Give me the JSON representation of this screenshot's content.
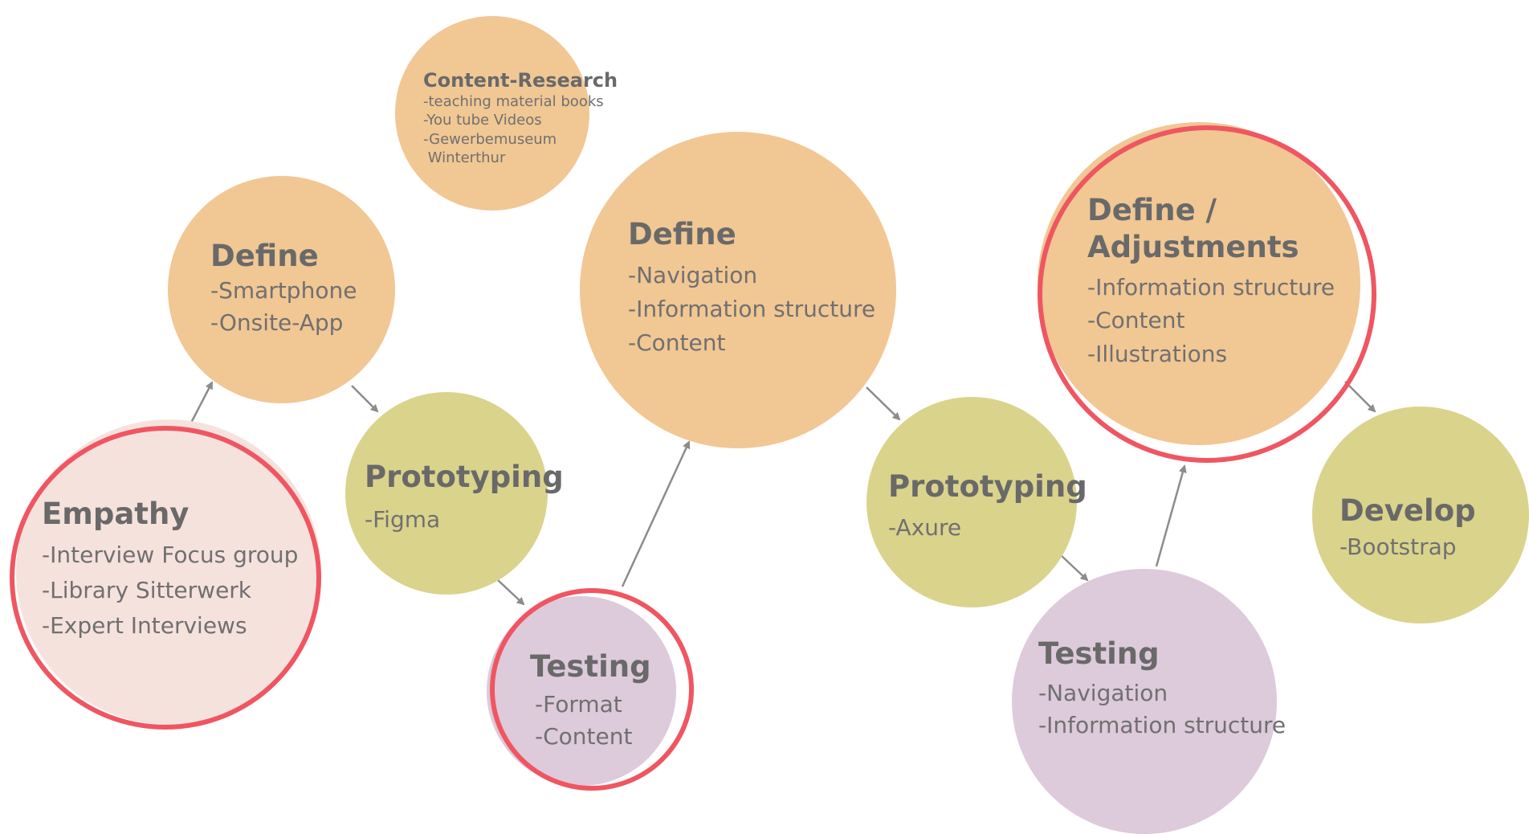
{
  "nodes": {
    "content_research": {
      "title": "Content-Research",
      "items": [
        "teaching material books",
        "You tube Videos",
        "Gewerbemuseum",
        " Winterthur"
      ]
    },
    "define_1": {
      "title": "Define",
      "items": [
        "Smartphone",
        "Onsite-App"
      ]
    },
    "empathy": {
      "title": "Empathy",
      "items": [
        "Interview Focus group",
        "Library Sitterwerk",
        "Expert Interviews"
      ]
    },
    "prototyping_1": {
      "title": "Prototyping",
      "items": [
        "Figma"
      ]
    },
    "testing_1": {
      "title": "Testing",
      "items": [
        "Format",
        "Content"
      ]
    },
    "define_2": {
      "title": "Define",
      "items": [
        "Navigation",
        "Information structure",
        "Content"
      ]
    },
    "prototyping_2": {
      "title": "Prototyping",
      "items": [
        "Axure"
      ]
    },
    "testing_2": {
      "title": "Testing",
      "items": [
        "Navigation",
        "Information structure"
      ]
    },
    "define_adjustments": {
      "title_line1": "Define /",
      "title_line2": "Adjustments",
      "items": [
        "Information structure",
        "Content",
        "Illustrations"
      ]
    },
    "develop": {
      "title": "Develop",
      "items": [
        "Bootstrap"
      ]
    }
  },
  "colors": {
    "define": "#f1c794",
    "prototyping": "#dad38c",
    "testing": "#ddcadb",
    "empathy": "#f6e2dd",
    "highlight_ring": "#ef5661",
    "arrow": "#8c8c8c"
  }
}
